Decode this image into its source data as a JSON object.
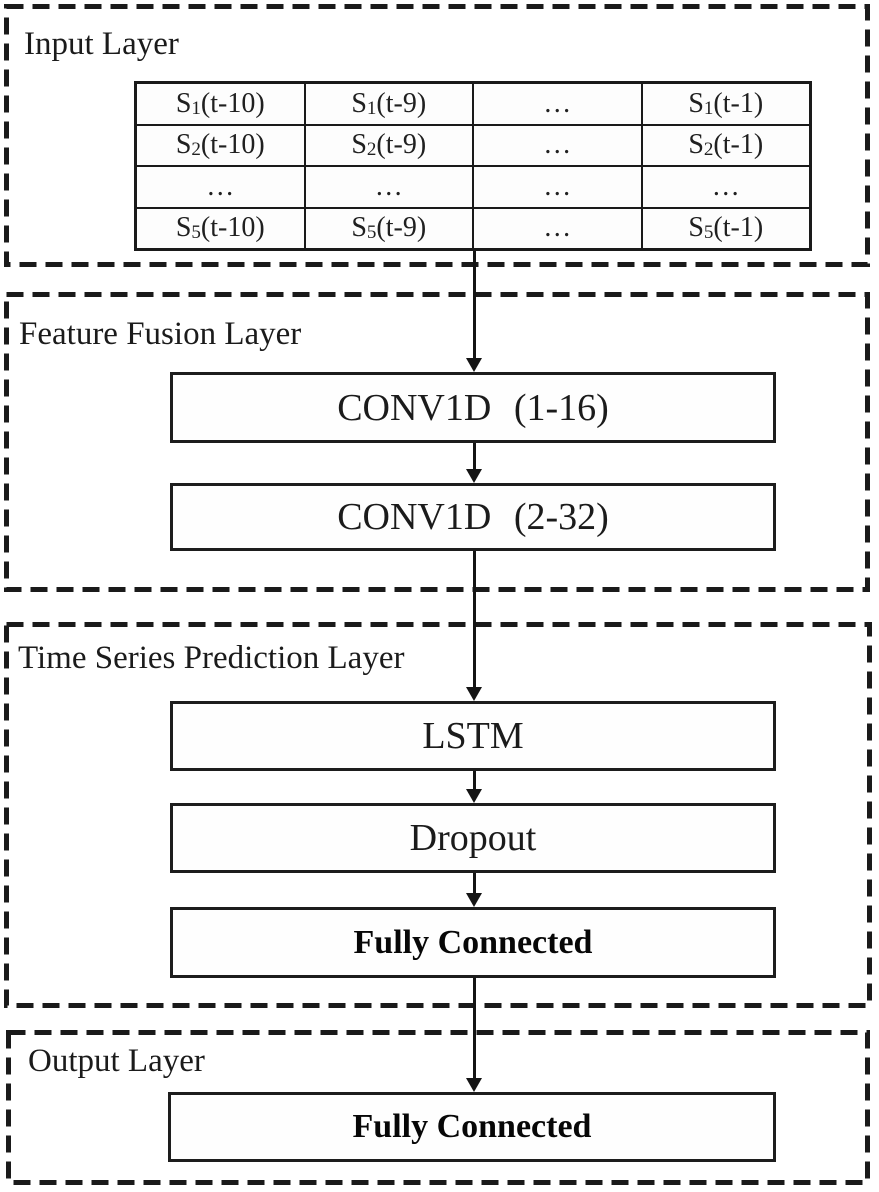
{
  "diagram": {
    "background_color": "#ffffff",
    "line_color": "#1a1a1a",
    "sections": [
      {
        "id": "input",
        "title": "Input Layer"
      },
      {
        "id": "fusion",
        "title": "Feature Fusion Layer"
      },
      {
        "id": "timeseries",
        "title": "Time Series Prediction Layer"
      },
      {
        "id": "output",
        "title": "Output Layer"
      }
    ],
    "input_table": {
      "rows": [
        [
          "S~1~(t-10)",
          "S~1~(t-9)",
          "…",
          "S~1~(t-1)"
        ],
        [
          "S~2~(t-10)",
          "S~2~(t-9)",
          "…",
          "S~2~(t-1)"
        ],
        [
          "…",
          "…",
          "…",
          "…"
        ],
        [
          "S~5~(t-10)",
          "S~5~(t-9)",
          "…",
          "S~5~(t-1)"
        ]
      ]
    },
    "blocks": {
      "conv1": {
        "label": "CONV1D (1-16)"
      },
      "conv2": {
        "label": "CONV1D (2-32)"
      },
      "lstm": {
        "label": "LSTM"
      },
      "dropout": {
        "label": "Dropout"
      },
      "fc1": {
        "label": "Fully Connected"
      },
      "fc2": {
        "label": "Fully Connected"
      }
    },
    "flow": [
      "input-table -> conv1",
      "conv1 -> conv2",
      "conv2 -> lstm",
      "lstm -> dropout",
      "dropout -> fc1",
      "fc1 -> fc2"
    ]
  }
}
